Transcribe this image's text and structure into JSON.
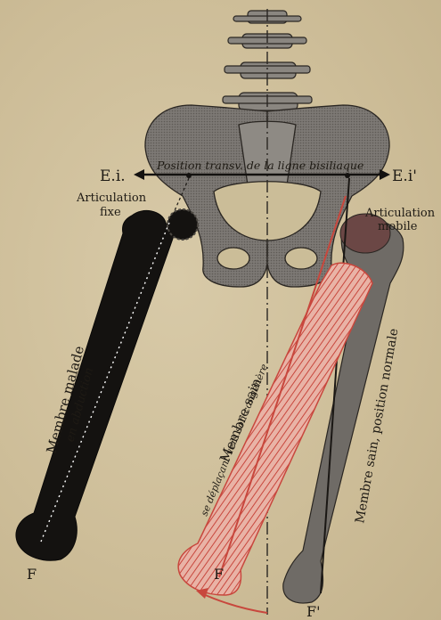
{
  "labels": {
    "ei_left": "E.i.",
    "ei_right": "E.i'",
    "bisiliac_line": "Position transv. de la ligne bisiliaque",
    "articulation_fixe_1": "Articulation",
    "articulation_fixe_2": "fixe",
    "articulation_mobile_1": "Articulation",
    "articulation_mobile_2": "mobile",
    "membre_malade_1": "Membre malade",
    "membre_malade_2": "en abduction",
    "membre_sain_deplace_1": "Membre sain",
    "membre_sain_deplace_2": "se déplaçant vers son congénère",
    "membre_sain_normal": "Membre sain, position normale",
    "f_left": "F",
    "f_middle": "F",
    "f_prime": "F'"
  },
  "colors": {
    "paper": "#d2c3a0",
    "bone_grey": "#7a7670",
    "diseased_black": "#141210",
    "displaced_red": "#c8473d",
    "ink": "#1e1a14"
  }
}
